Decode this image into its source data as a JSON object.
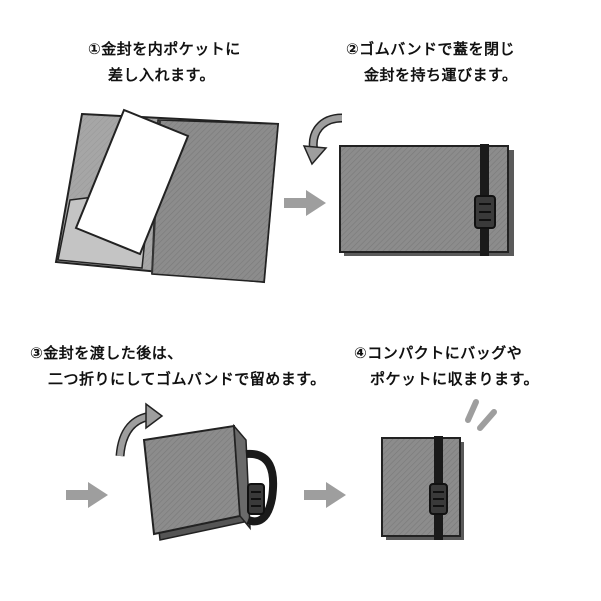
{
  "steps": [
    {
      "number": "①",
      "line1": "金封を内ポケットに",
      "line2": "差し入れます。"
    },
    {
      "number": "②",
      "line1": "ゴムバンドで蓋を閉じ",
      "line2": "金封を持ち運びます。"
    },
    {
      "number": "③",
      "line1": "金封を渡した後は、",
      "line2": "二つ折りにしてゴムバンドで留めます。"
    },
    {
      "number": "④",
      "line1": "コンパクトにバッグや",
      "line2": "ポケットに収まります。"
    }
  ],
  "colors": {
    "cover": "#8c8c8c",
    "pocket": "#b3b3b3",
    "envelope": "#ffffff",
    "band": "#1a1a1a",
    "arrow": "#9e9e9e",
    "outline": "#222222"
  },
  "icons": [
    "right-arrow-icon",
    "curved-arrow-icon",
    "emphasis-marks-icon"
  ]
}
